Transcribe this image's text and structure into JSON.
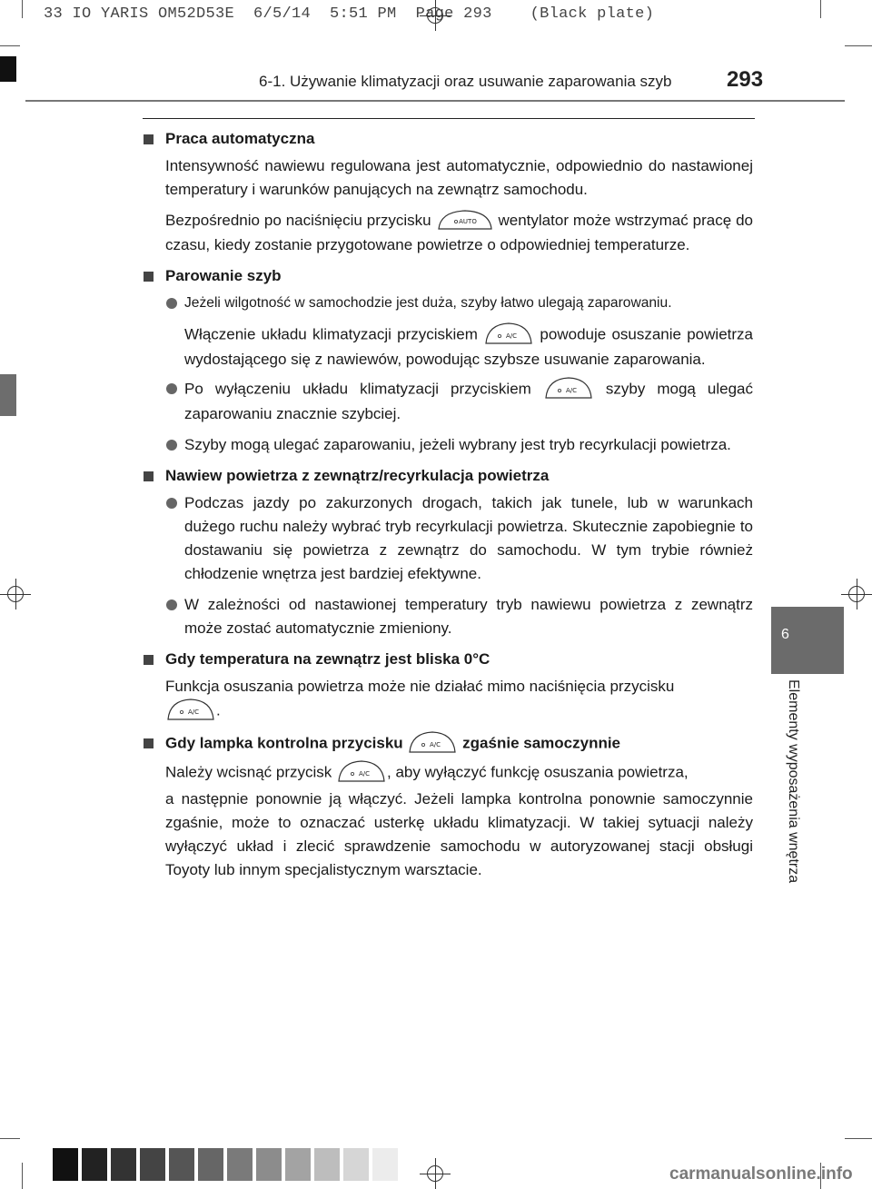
{
  "print_header": "33 IO YARIS OM52D53E  6/5/14  5:51 PM  Page 293    (Black plate)",
  "header": {
    "section_title": "6-1. Używanie klimatyzacji oraz usuwanie zaparowania szyb",
    "page_number": "293"
  },
  "side_tab": {
    "chapter_number": "6",
    "chapter_label": "Elementy wyposażenia wnętrza"
  },
  "icons": {
    "auto_button": "AUTO",
    "ac_button": "A/C"
  },
  "sections": {
    "auto": {
      "title": "Praca automatyczna",
      "p1": "Intensywność nawiewu regulowana jest automatycznie, odpowiednio do nastawionej temperatury i warunków panujących na zewnątrz samochodu.",
      "p2_before": "Bezpośrednio po naciśnięciu przycisku",
      "p2_after": "wentylator może wstrzymać pracę do czasu, kiedy zostanie przygotowane powietrze o odpowiedniej temperaturze."
    },
    "fog": {
      "title": "Parowanie szyb",
      "b1": "Jeżeli wilgotność w samochodzie jest duża, szyby łatwo ulegają zaparowaniu.",
      "b1_sub_before": "Włączenie układu klimatyzacji przyciskiem",
      "b1_sub_after": "powoduje osuszanie powietrza wydostającego się z nawiewów, powodując szybsze usuwanie zaparowania.",
      "b2_before": "Po wyłączeniu układu klimatyzacji przyciskiem",
      "b2_after": "szyby mogą ulegać zaparowaniu znacznie szybciej.",
      "b3": "Szyby mogą ulegać zaparowaniu, jeżeli wybrany jest tryb recyrkulacji powietrza."
    },
    "recirc": {
      "title": "Nawiew powietrza z zewnątrz/recyrkulacja powietrza",
      "b1": "Podczas jazdy po zakurzonych drogach, takich jak tunele, lub w warunkach dużego ruchu należy wybrać tryb recyrkulacji powietrza. Skutecznie zapobiegnie to dostawaniu się powietrza z zewnątrz do samochodu. W tym trybie również chłodzenie wnętrza jest bardziej efektywne.",
      "b2": "W zależności od nastawionej temperatury tryb nawiewu powietrza z zewnątrz może zostać automatycznie zmieniony."
    },
    "cold": {
      "title": "Gdy temperatura na zewnątrz jest bliska 0°C",
      "p1": "Funkcja osuszania powietrza może nie działać mimo naciśnięcia przycisku",
      "p1_end": "."
    },
    "lamp": {
      "title_before": "Gdy lampka kontrolna przycisku",
      "title_after": "zgaśnie samoczynnie",
      "p1_before": "Należy wcisnąć przycisk",
      "p1_after": ", aby wyłączyć funkcję osuszania powietrza,",
      "p2": "a następnie ponownie ją włączyć. Jeżeli lampka kontrolna ponownie samoczynnie zgaśnie, może to oznaczać usterkę układu klimatyzacji. W takiej sytuacji należy wyłączyć układ i zlecić sprawdzenie samochodu w autoryzowanej stacji obsługi Toyoty lub innym specjalistycznym warsztacie."
    }
  },
  "footer": {
    "watermark": "carmanualsonline.info"
  },
  "colors": {
    "bullet": "#666666",
    "tab": "#6b6b6b",
    "scale": [
      "#111111",
      "#222222",
      "#333333",
      "#444444",
      "#555555",
      "#666666",
      "#7a7a7a",
      "#8c8c8c",
      "#a3a3a3",
      "#bdbdbd",
      "#d6d6d6",
      "#ececec"
    ]
  }
}
